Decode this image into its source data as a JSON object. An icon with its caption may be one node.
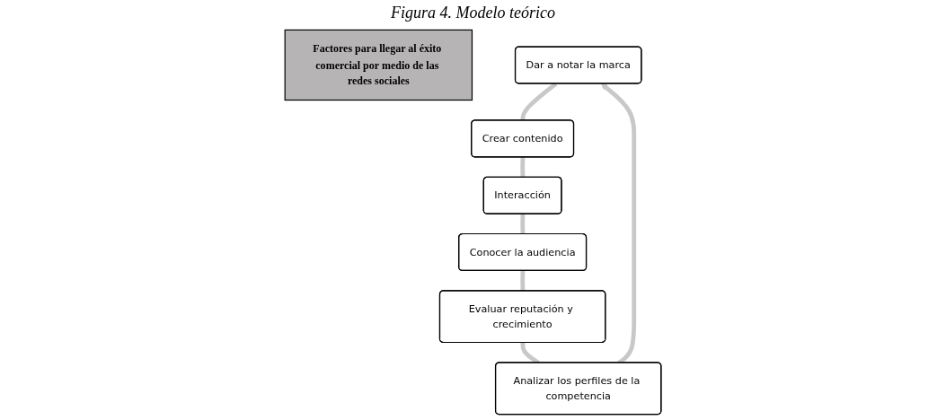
{
  "diagram": {
    "title": "Figura 4. Modelo teórico",
    "nodes": [
      {
        "text": [
          "Factores para llegar al éxito comercial por medio de las redes sociales"
        ]
      },
      {
        "text": [
          "Dar a notar la marca"
        ]
      },
      {
        "text": [
          "Crear contenido"
        ]
      },
      {
        "text": [
          "Interacción"
        ]
      },
      {
        "text": [
          "Conocer la audiencia"
        ]
      },
      {
        "text": [
          "Evaluar reputación y crecimiento"
        ]
      },
      {
        "text": [
          "Analizar los perfiles de la competencia"
        ]
      }
    ],
    "edges": [
      {
        "from": 1,
        "to": 2,
        "arrow": "none"
      },
      {
        "from": 2,
        "to": 3,
        "arrow": "none"
      },
      {
        "from": 3,
        "to": 4,
        "arrow": "none"
      },
      {
        "from": 4,
        "to": 5,
        "arrow": "none"
      },
      {
        "from": 5,
        "to": 6,
        "arrow": "none"
      },
      {
        "from": 6,
        "to": 1,
        "arrow": "to"
      }
    ]
  }
}
